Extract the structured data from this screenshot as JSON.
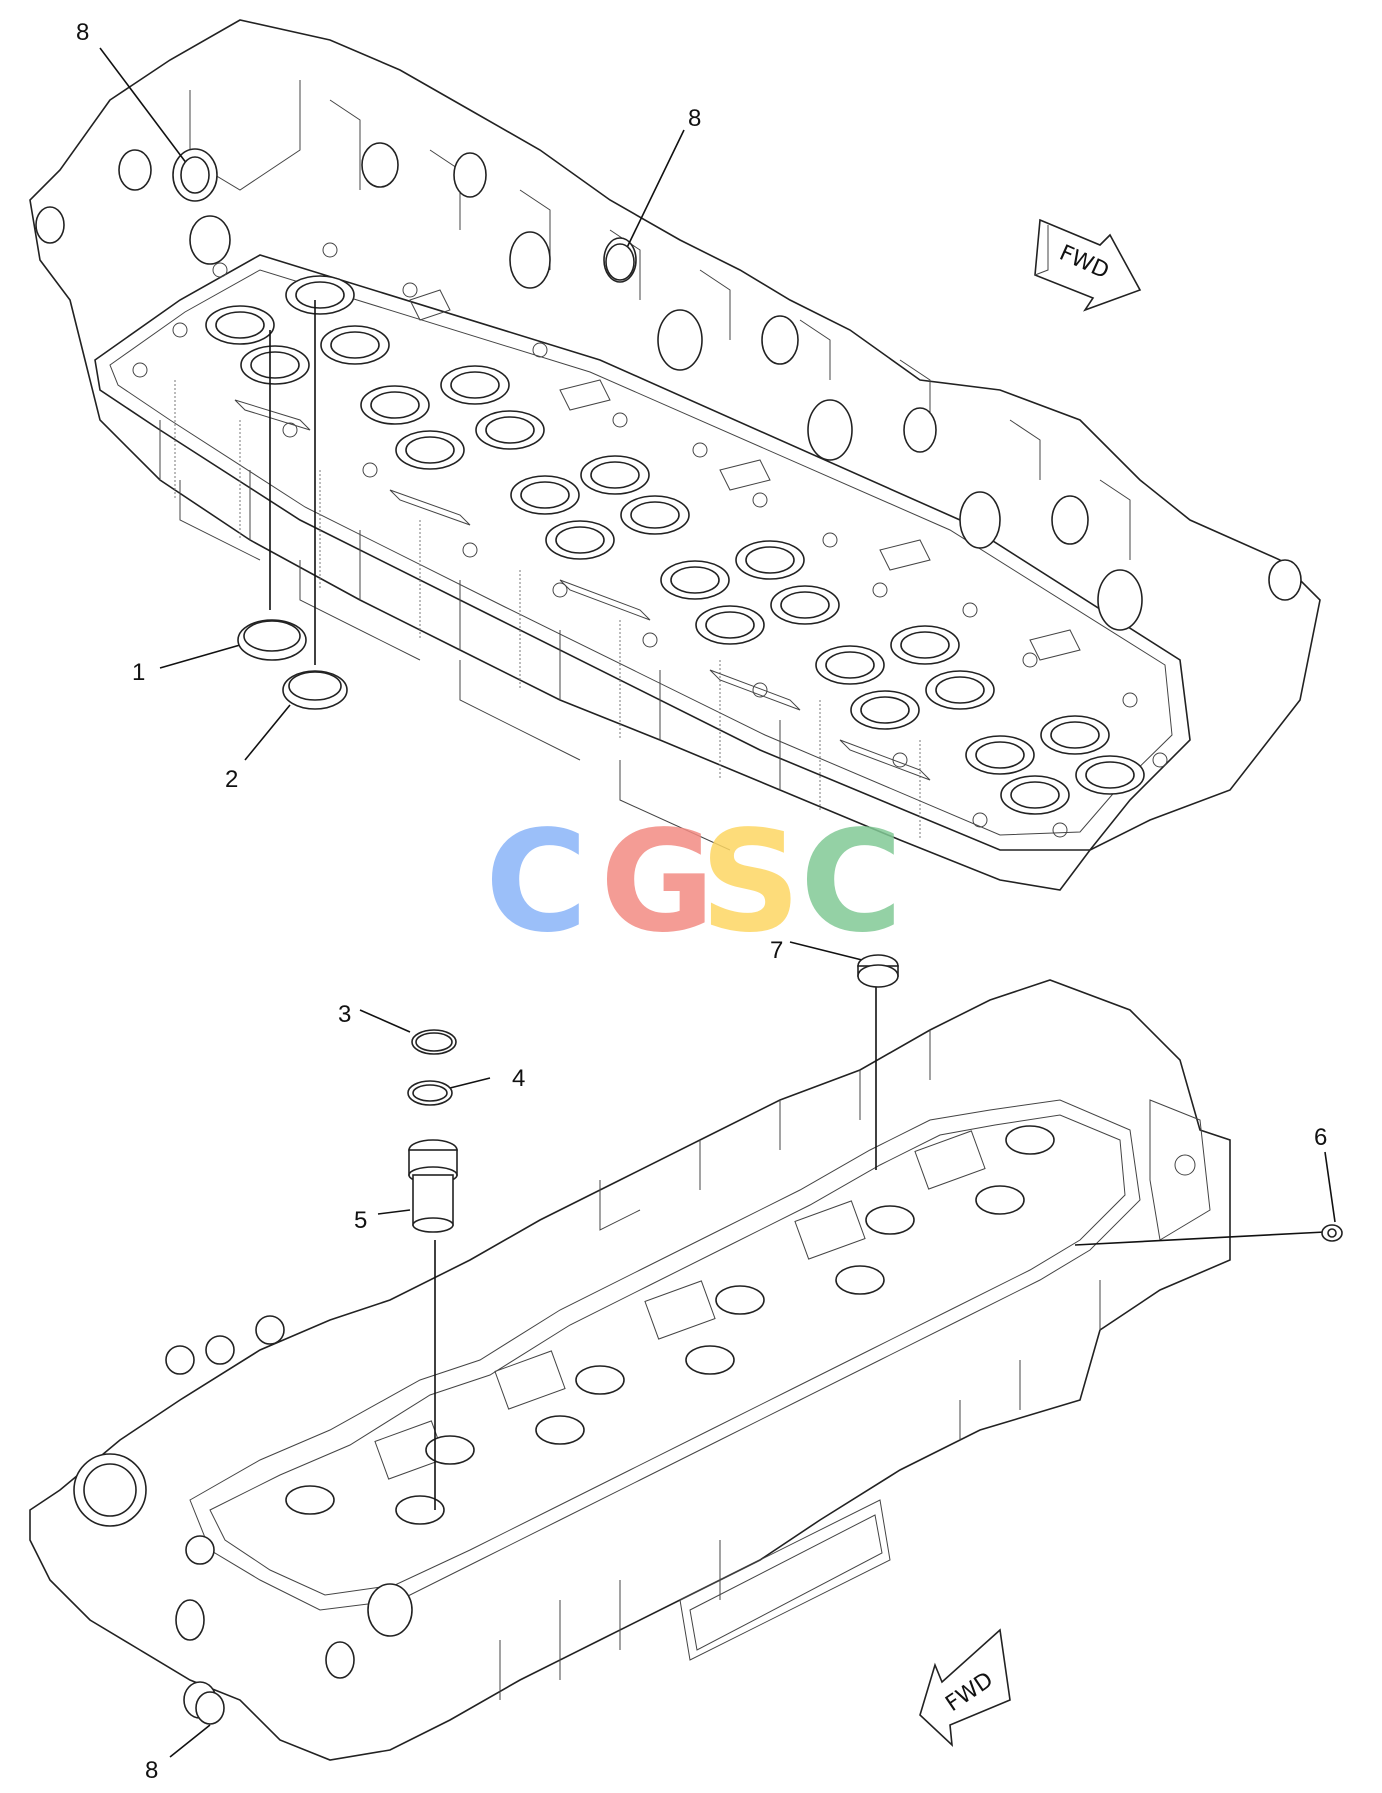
{
  "callouts": {
    "top_left_8": "8",
    "top_mid_8": "8",
    "one": "1",
    "two": "2",
    "three": "3",
    "four": "4",
    "five": "5",
    "six": "6",
    "seven": "7",
    "bottom_8": "8"
  },
  "direction_arrows": {
    "top_label": "FWD",
    "bottom_label": "FWD"
  },
  "watermark": {
    "letters": [
      "C",
      "G",
      "S",
      "C"
    ],
    "colors": [
      "#8ab4f8",
      "#f28b82",
      "#fdd663",
      "#81c995"
    ]
  }
}
